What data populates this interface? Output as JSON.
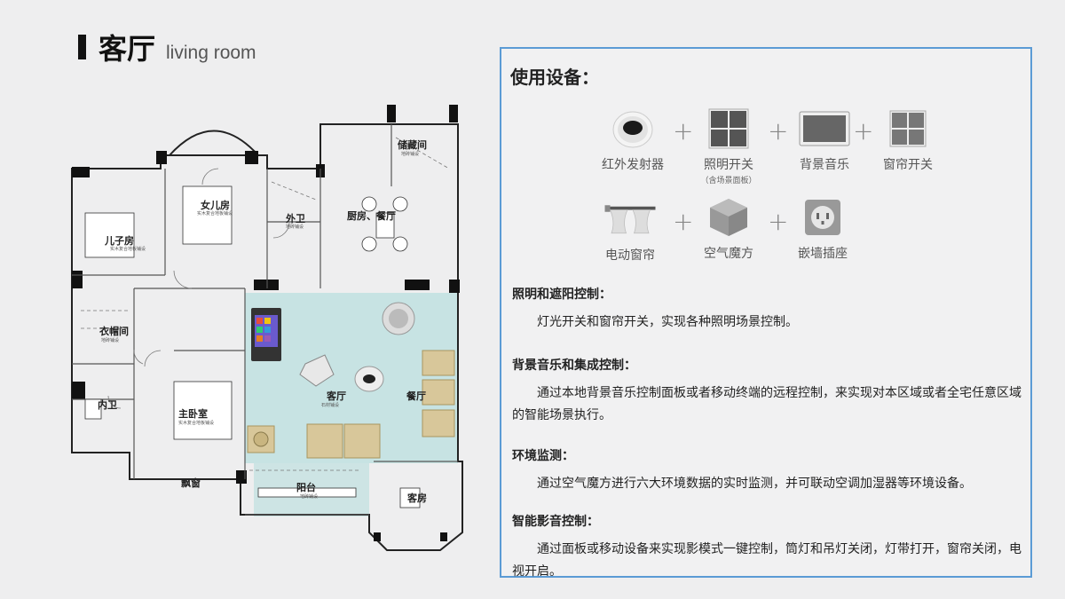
{
  "header": {
    "title_zh": "客厅",
    "title_en": "living room"
  },
  "plan": {
    "rooms": {
      "son": "儿子房",
      "daughter": "女儿房",
      "outer_bath": "外卫",
      "storage": "储藏间",
      "kitchen": "厨房、餐厅",
      "closet": "衣帽间",
      "inner_bath": "内卫",
      "master": "主卧室",
      "living": "客厅",
      "dining": "餐厅",
      "bay": "飘窗",
      "balcony": "阳台",
      "guest": "客房"
    },
    "subs": {
      "floor": "地砖铺设",
      "wood": "实木复合地板铺设",
      "stone": "石材铺设"
    }
  },
  "panel": {
    "title": "使用设备：",
    "devices": [
      {
        "label": "红外发射器",
        "sub": "",
        "icon": "ir-emitter-icon"
      },
      {
        "label": "照明开关",
        "sub": "（含场景面板）",
        "icon": "light-switch-icon"
      },
      {
        "label": "背景音乐",
        "sub": "",
        "icon": "music-panel-icon"
      },
      {
        "label": "窗帘开关",
        "sub": "",
        "icon": "curtain-switch-icon"
      },
      {
        "label": "电动窗帘",
        "sub": "",
        "icon": "motor-curtain-icon"
      },
      {
        "label": "空气魔方",
        "sub": "",
        "icon": "air-cube-icon"
      },
      {
        "label": "嵌墙插座",
        "sub": "",
        "icon": "wall-socket-icon"
      }
    ],
    "plus": "+",
    "sections": [
      {
        "heading": "照明和遮阳控制：",
        "body": "灯光开关和窗帘开关，实现各种照明场景控制。"
      },
      {
        "heading": "背景音乐和集成控制：",
        "body": "通过本地背景音乐控制面板或者移动终端的远程控制，来实现对本区域或者全宅任意区域的智能场景执行。"
      },
      {
        "heading": "环境监测：",
        "body": "通过空气魔方进行六大环境数据的实时监测，并可联动空调加湿器等环境设备。"
      },
      {
        "heading": "智能影音控制：",
        "body": "通过面板或移动设备来实现影模式一键控制，筒灯和吊灯关闭，灯带打开，窗帘关闭，电视开启。"
      }
    ]
  }
}
